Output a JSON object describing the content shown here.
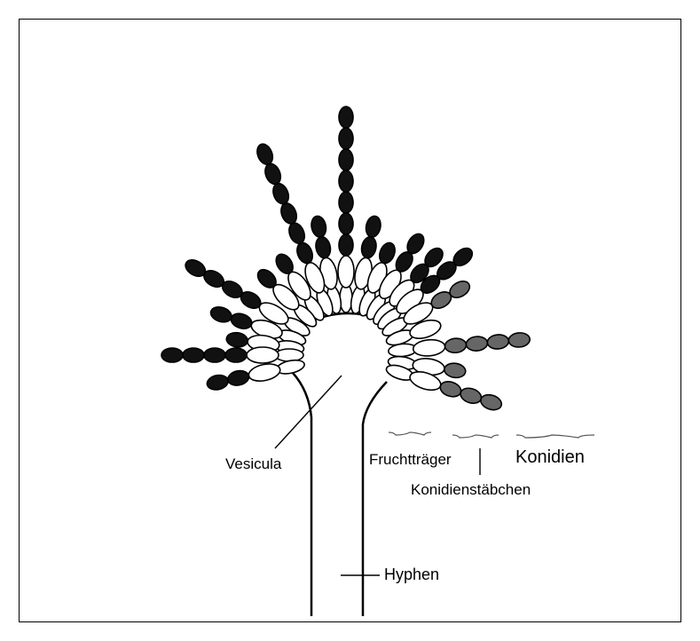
{
  "labels": {
    "vesicula": "Vesicula",
    "fruchttraeger": "Fruchtträger",
    "konidien": "Konidien",
    "konidienstaebchen": "Konidienstäbchen",
    "hyphen": "Hyphen"
  },
  "icons": {
    "figure": "aspergillus-conidiophore-icon"
  },
  "colors": {
    "ink": "#000000",
    "dark_spore": "#111111",
    "light_spore": "#666666",
    "background": "#ffffff"
  }
}
